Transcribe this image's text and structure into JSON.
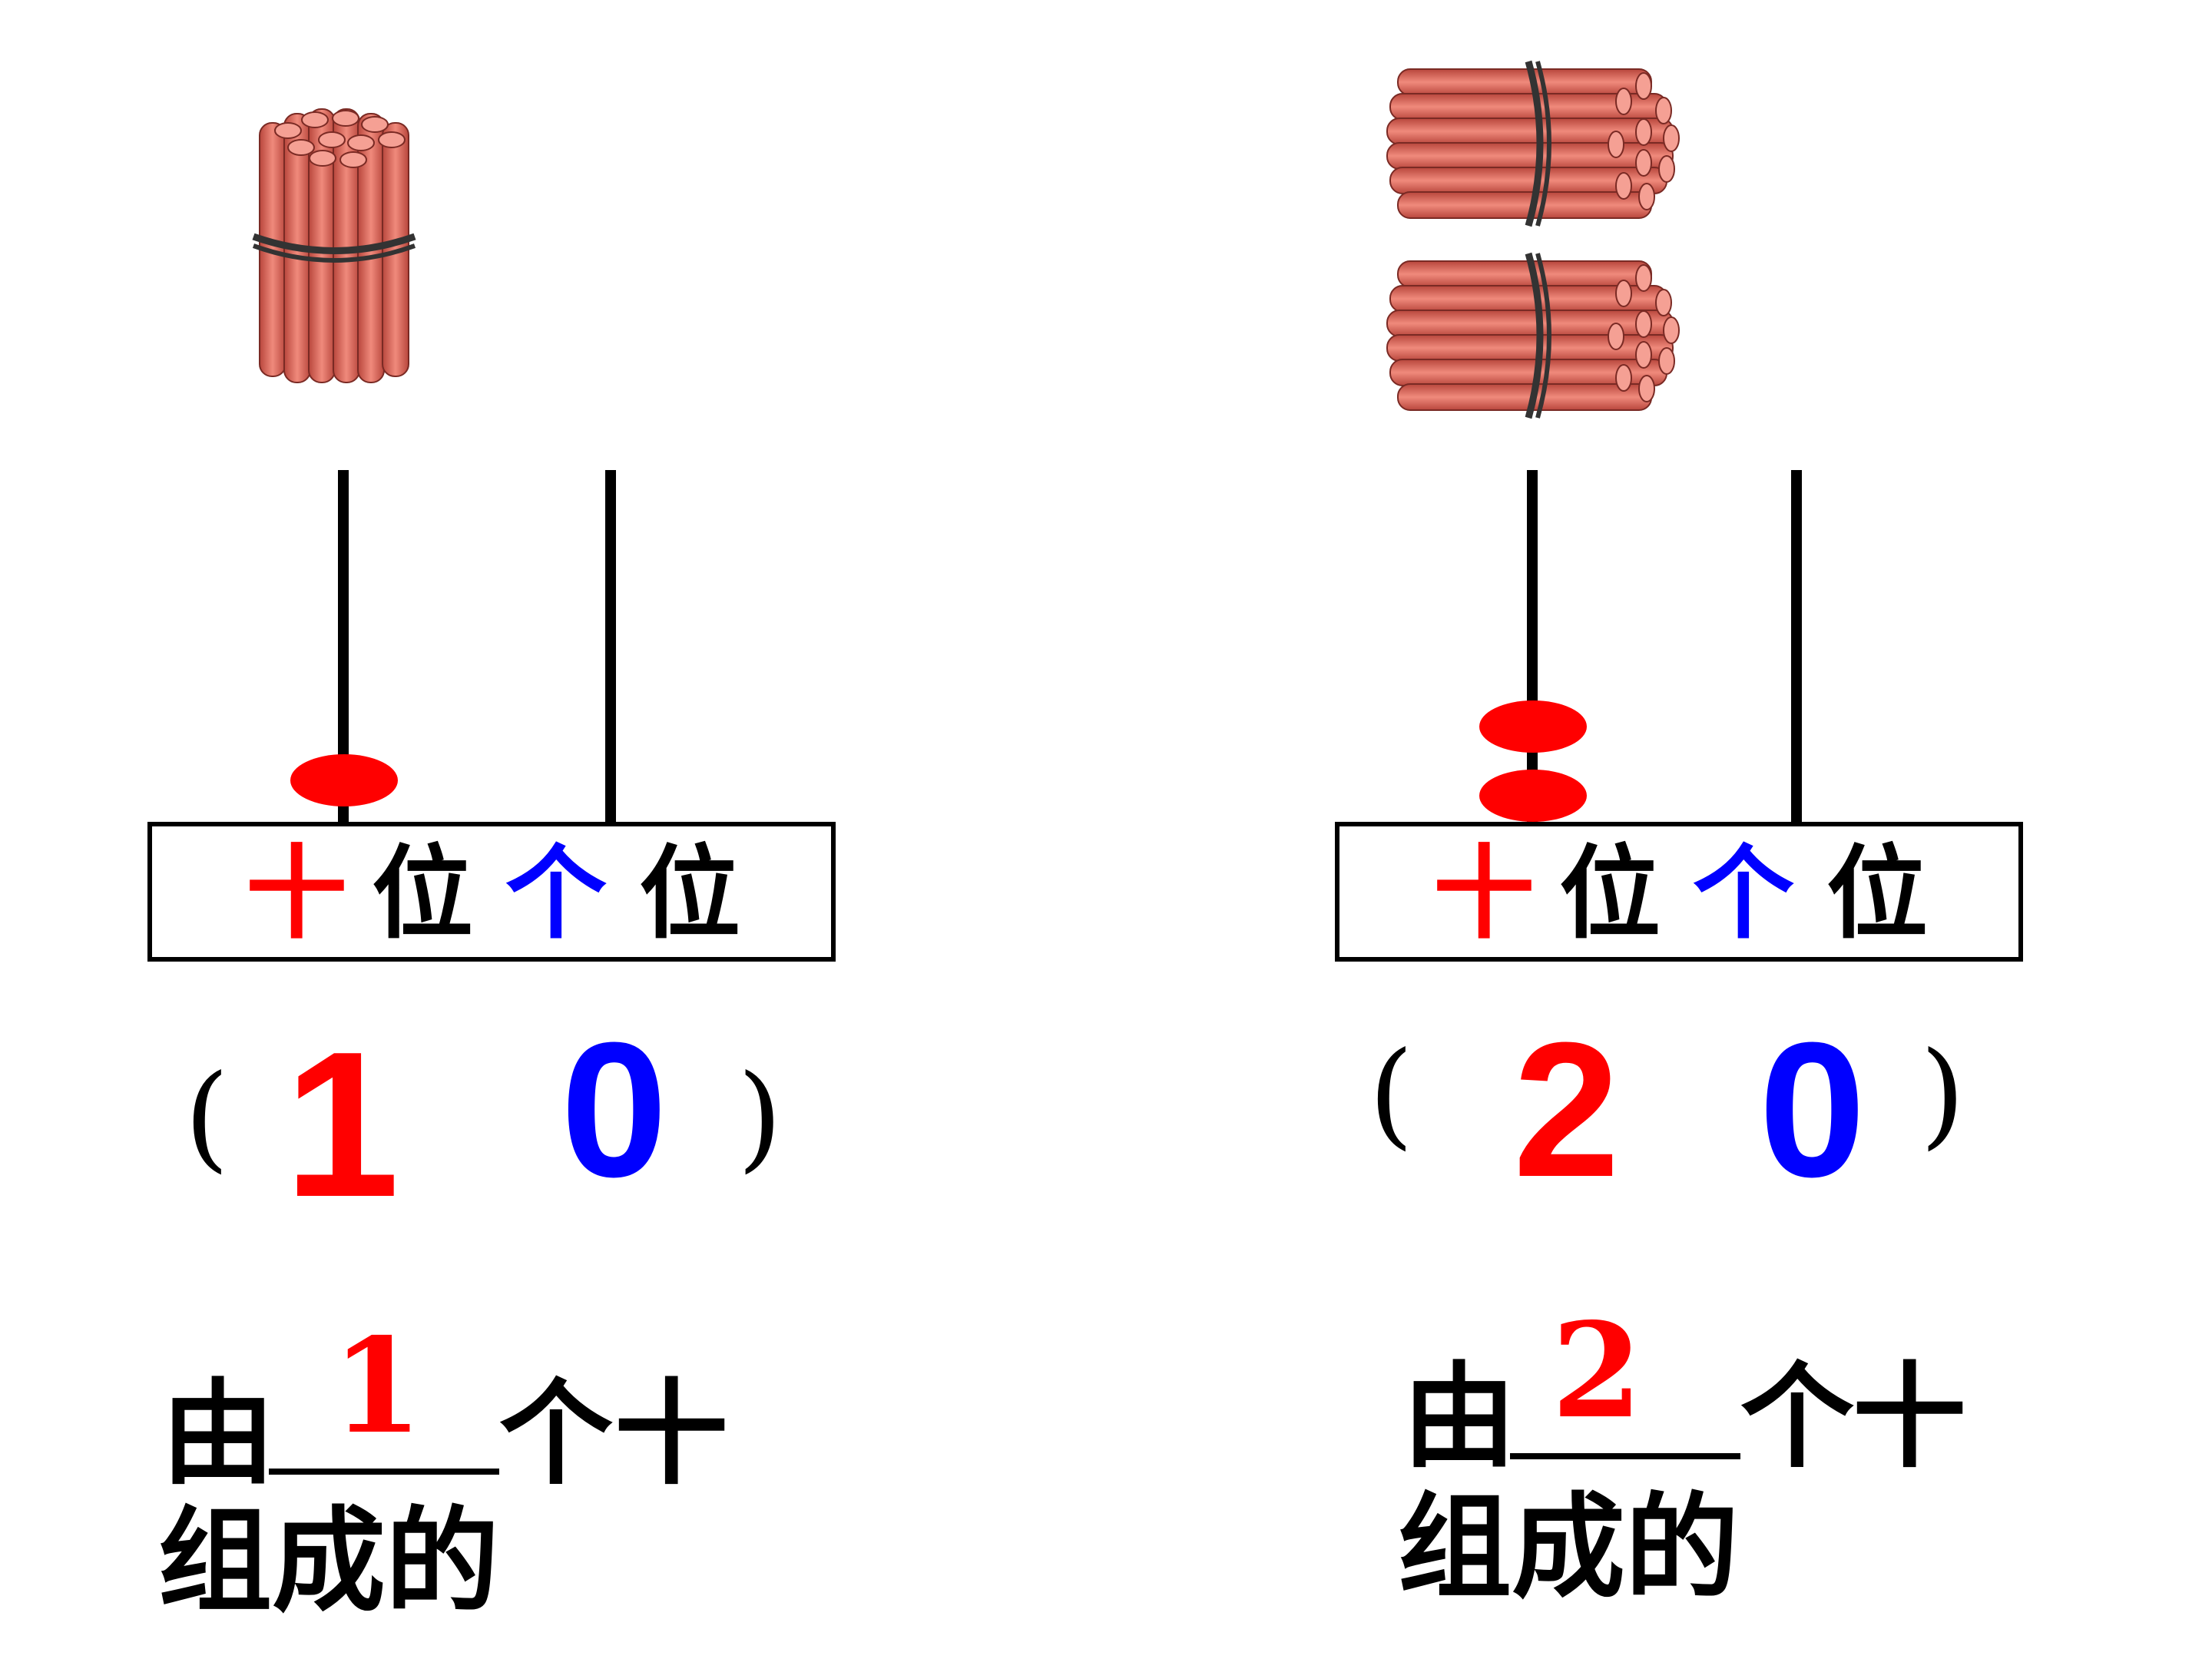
{
  "colors": {
    "tens": "#ff0000",
    "ones": "#0000ff",
    "stick": "#e8665a",
    "bead": "#ff0000"
  },
  "left": {
    "bundles": 1,
    "beads_tens": 1,
    "beads_ones": 0,
    "labels": {
      "tens_char": "十",
      "wei1": "位",
      "ones_char": "个",
      "wei2": "位"
    },
    "open_paren": "(",
    "close_paren": ")",
    "tens_digit": "1",
    "ones_digit": "0",
    "sentence_you": "由",
    "blank_answer": "1",
    "sentence_ge": "个",
    "sentence_shi": "十",
    "sentence_line2": "组成的"
  },
  "right": {
    "bundles": 2,
    "beads_tens": 2,
    "beads_ones": 0,
    "labels": {
      "tens_char": "十",
      "wei1": "位",
      "ones_char": "个",
      "wei2": "位"
    },
    "open_paren": "(",
    "close_paren": ")",
    "tens_digit": "2",
    "ones_digit": "0",
    "sentence_you": "由",
    "blank_answer": "2",
    "sentence_ge": "个",
    "sentence_shi": "十",
    "sentence_line2": "组成的"
  }
}
